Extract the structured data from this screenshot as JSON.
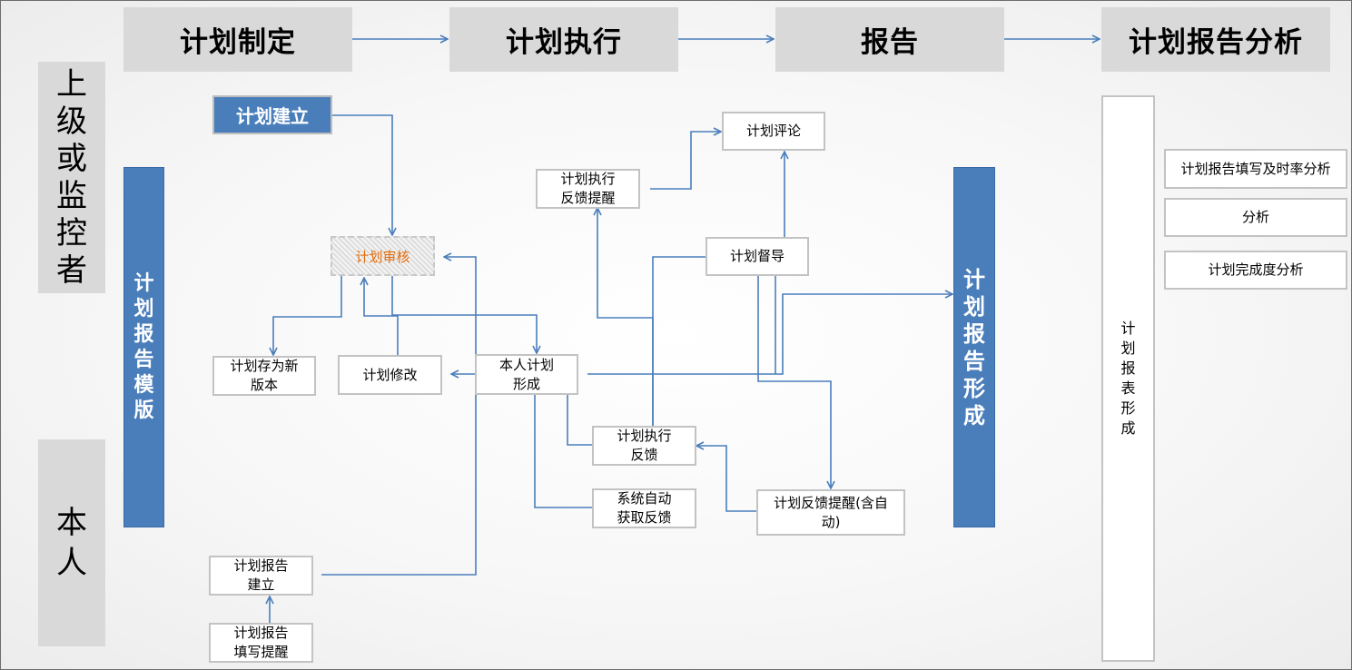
{
  "phases": [
    "计划制定",
    "计划执行",
    "报告",
    "计划报告分析"
  ],
  "actors": {
    "supervisor": "上级或监控者",
    "self": "本人"
  },
  "template_bar": "计划报告模版",
  "report_form_bar": "计划报告形成",
  "report_table_bar": "计划报表形成",
  "nodes": {
    "plan_create": "计划建立",
    "plan_review": "计划审核",
    "plan_save_version": "计划存为新版本",
    "plan_modify": "计划修改",
    "plan_formed": "本人计划形成",
    "report_create": "计划报告建立",
    "report_remind": "计划报告填写提醒",
    "exec_remind": "计划执行反馈提醒",
    "plan_comment": "计划评论",
    "plan_supervise": "计划督导",
    "exec_feedback": "计划执行反馈",
    "auto_feedback": "系统自动获取反馈",
    "feedback_remind": "计划反馈提醒(含自动)"
  },
  "analysis": [
    "计划报告填写及时率分析",
    "分析",
    "计划完成度分析"
  ],
  "colors": {
    "accent_blue": "#4a7ebb",
    "header_gray": "#d9d9d9",
    "audit_text": "#e36c09"
  }
}
